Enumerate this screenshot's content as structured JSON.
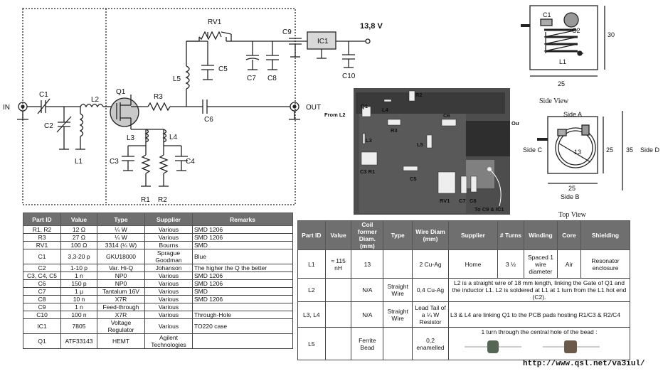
{
  "schematic": {
    "voltage": "13,8 V",
    "in_label": "IN",
    "out_label": "OUT",
    "labels": {
      "c1": "C1",
      "c2": "C2",
      "l1": "L1",
      "l2": "L2",
      "q1": "Q1",
      "r3": "R3",
      "rv1": "RV1",
      "l5": "L5",
      "c5": "C5",
      "c6": "C6",
      "c7": "C7",
      "c8": "C8",
      "c9": "C9",
      "ic1": "IC1",
      "c10": "C10",
      "l3": "L3",
      "l4": "L4",
      "c3": "C3",
      "c4": "C4",
      "r1": "R1",
      "r2": "R2"
    }
  },
  "photo": {
    "from_l2": "From L2",
    "out": "Out",
    "to": "To C9 & IC1",
    "labels": {
      "q1": "Q1",
      "l4": "L4",
      "r2": "R2",
      "r3": "R3",
      "c6": "C6",
      "l3": "L3",
      "l5": "L5",
      "c3r1": "C3 R1",
      "c5": "C5",
      "rv1": "RV1",
      "c7": "C7",
      "c8": "C8"
    }
  },
  "side_view": {
    "c1": "C1",
    "c2": "C2",
    "l1": "L1",
    "dim_height": "30",
    "dim_width": "25",
    "caption": "Side View"
  },
  "top_view": {
    "side_a": "Side A",
    "side_b": "Side B",
    "side_c": "Side C",
    "side_d": "Side D",
    "inner": "13",
    "dim_height": "25",
    "dim_outer": "35",
    "dim_width": "25",
    "caption": "Top View"
  },
  "parts_table": {
    "headers": [
      "Part ID",
      "Value",
      "Type",
      "Supplier",
      "Remarks"
    ],
    "rows": [
      [
        "R1, R2",
        "12 Ω",
        "¼ W",
        "Various",
        "SMD 1206"
      ],
      [
        "R3",
        "27 Ω",
        "¼ W",
        "Various",
        "SMD 1206"
      ],
      [
        "RV1",
        "100 Ω",
        "3314 (¼ W)",
        "Bourns",
        "SMD"
      ],
      [
        "C1",
        "3,3-20 p",
        "GKU18000",
        "Sprague Goodman",
        "Blue"
      ],
      [
        "C2",
        "1-10 p",
        "Var. Hi-Q",
        "Johanson",
        "The higher the Q the better"
      ],
      [
        "C3, C4, C5",
        "1 n",
        "NP0",
        "Various",
        "SMD 1206"
      ],
      [
        "C6",
        "150 p",
        "NP0",
        "Various",
        "SMD 1206"
      ],
      [
        "C7",
        "1 µ",
        "Tantalum 16V",
        "Various",
        "SMD"
      ],
      [
        "C8",
        "10 n",
        "X7R",
        "Various",
        "SMD 1206"
      ],
      [
        "C9",
        "1 n",
        "Feed-through",
        "Various",
        ""
      ],
      [
        "C10",
        "100 n",
        "X7R",
        "Various",
        "Through-Hole"
      ],
      [
        "IC1",
        "7805",
        "Voltage Regulator",
        "Various",
        "TO220 case"
      ],
      [
        "Q1",
        "ATF33143",
        "HEMT",
        "Agilent Technologies",
        ""
      ]
    ]
  },
  "coil_table": {
    "headers": [
      "Part ID",
      "Value",
      "Coil former Diam. (mm)",
      "Type",
      "Wire Diam (mm)",
      "Supplier",
      "# Turns",
      "Winding",
      "Core",
      "Shielding"
    ],
    "l1": [
      "L1",
      "≈ 115 nH",
      "13",
      "",
      "2 Cu-Ag",
      "Home",
      "3 ½",
      "Spaced 1 wire diameter",
      "Air",
      "Resonator enclosure"
    ],
    "l2": [
      "L2",
      "",
      "N/A",
      "Straight Wire",
      "0,4 Cu-Ag",
      "L2 is a straight wire of 18 mm length, linking the Gate of Q1 and the inductor L1. L2 is soldered at L1 at 1 turn from the L1 hot end (C2)."
    ],
    "l34": [
      "L3, L4",
      "",
      "N/A",
      "Straight Wire",
      "Lead Tail of a ¼ W Resistor",
      "L3 & L4 are linking Q1 to the PCB pads hosting R1/C3 & R2/C4"
    ],
    "l5": [
      "L5",
      "",
      "Ferrite Bead",
      "",
      "0,2 enamelled",
      "1 turn through the central hole of the bead :"
    ]
  },
  "url": "http://www.qsl.net/va3iul/"
}
